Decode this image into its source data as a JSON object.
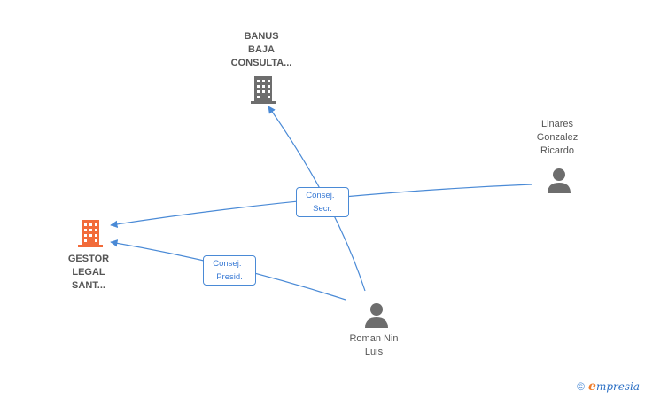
{
  "nodes": {
    "banus": {
      "label_lines": [
        "BANUS",
        "BAJA",
        "CONSULTA..."
      ],
      "type": "company",
      "color": "#6d6d6d"
    },
    "gestor": {
      "label_lines": [
        "GESTOR",
        "LEGAL",
        "SANT..."
      ],
      "type": "company",
      "color": "#f26b3a"
    },
    "linares": {
      "label_lines": [
        "Linares",
        "Gonzalez",
        "Ricardo"
      ],
      "type": "person",
      "color": "#6d6d6d"
    },
    "roman": {
      "label_lines": [
        "Roman Nin",
        "Luis"
      ],
      "type": "person",
      "color": "#6d6d6d"
    }
  },
  "edges": {
    "consej_secr": {
      "lines": [
        "Consej. ,",
        "Secr."
      ]
    },
    "consej_presid": {
      "lines": [
        "Consej. ,",
        "Presid."
      ]
    }
  },
  "colors": {
    "edge": "#4a8ad6",
    "company_main": "#f26b3a",
    "neutral": "#6d6d6d"
  },
  "footer": {
    "copyright_symbol": "©",
    "brand_initial": "e",
    "brand_rest": "mpresia"
  }
}
